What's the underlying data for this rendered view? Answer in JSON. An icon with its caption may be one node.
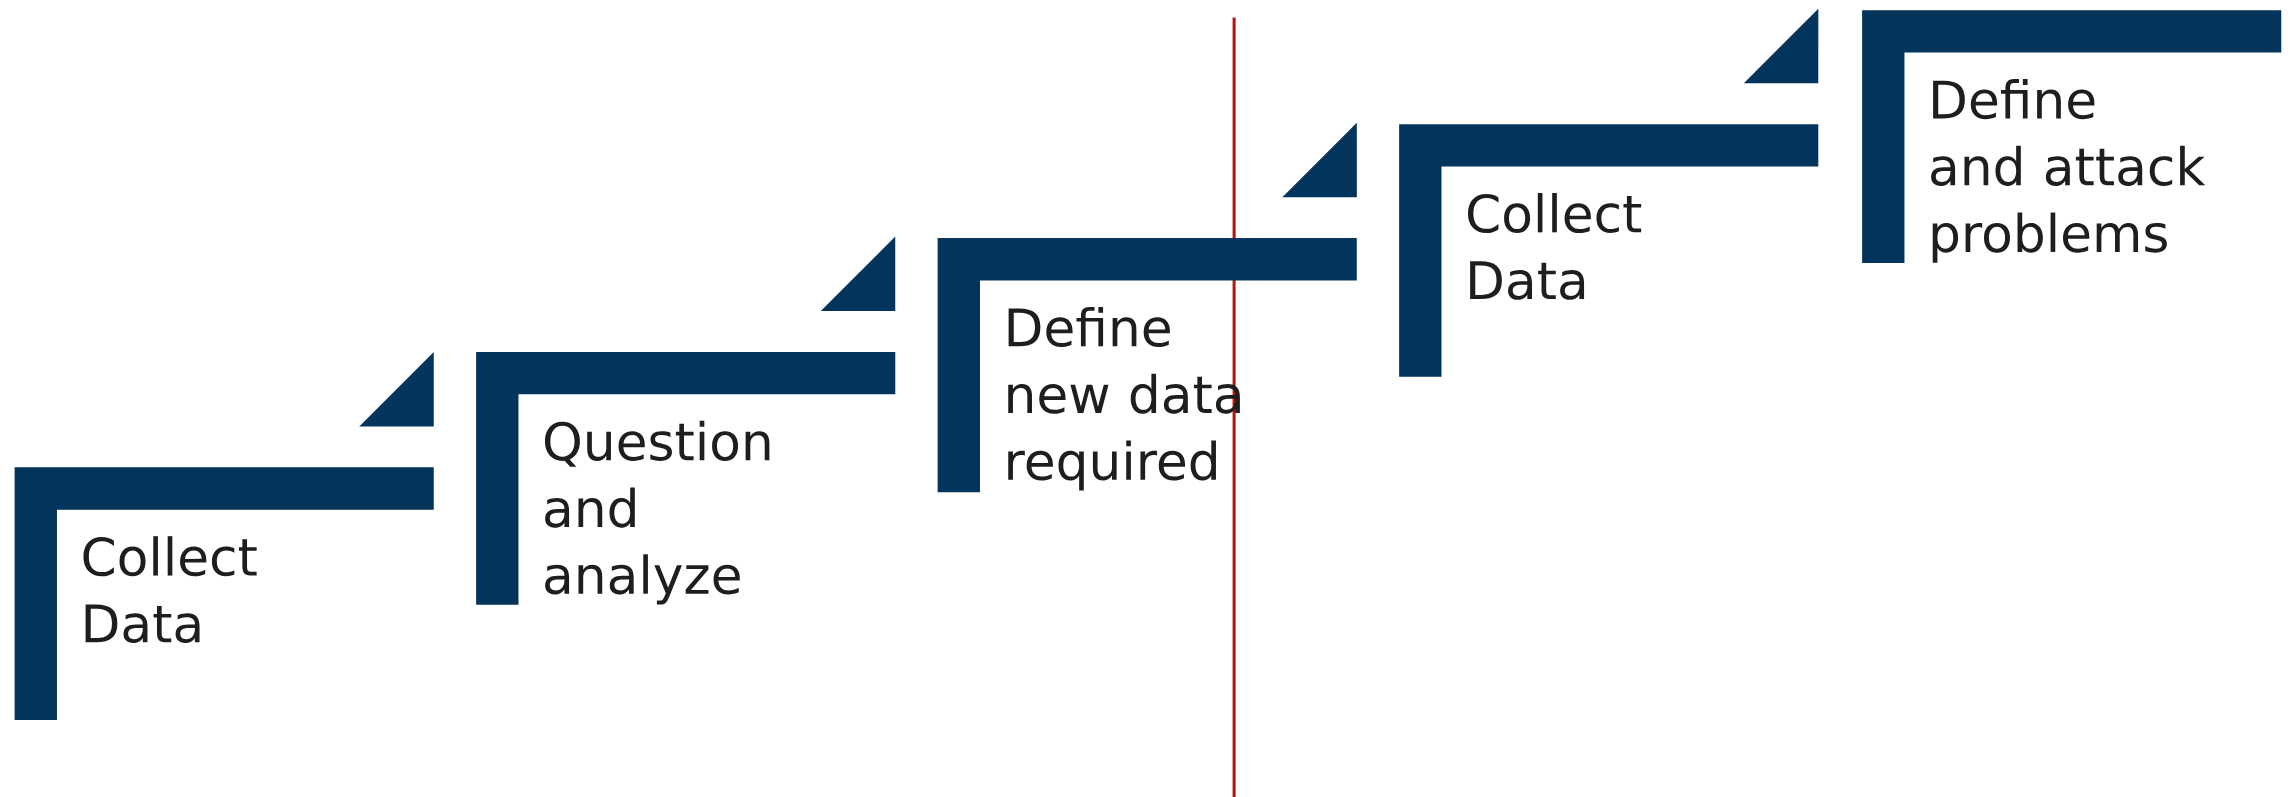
{
  "diagram": {
    "nodes": [
      {
        "text": [
          "Collect Data"
        ]
      },
      {
        "text": [
          "Question and analyze"
        ]
      },
      {
        "text": [
          "Define new data required"
        ]
      },
      {
        "text": [
          "Collect Data"
        ]
      },
      {
        "text": [
          "Define and attack problems"
        ]
      }
    ]
  }
}
